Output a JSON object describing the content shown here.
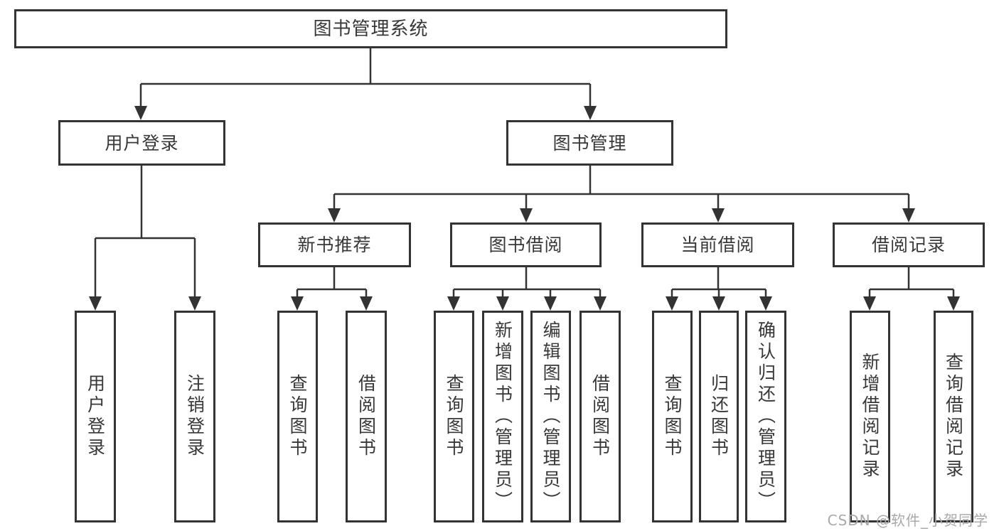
{
  "diagram": {
    "root": {
      "label": "图书管理系统"
    },
    "children": [
      {
        "label": "用户登录",
        "children": [
          {
            "label": "用户登录"
          },
          {
            "label": "注销登录"
          }
        ]
      },
      {
        "label": "图书管理",
        "children": [
          {
            "label": "新书推荐",
            "children": [
              {
                "label": "查询图书"
              },
              {
                "label": "借阅图书"
              }
            ]
          },
          {
            "label": "图书借阅",
            "children": [
              {
                "label": "查询图书"
              },
              {
                "label": "新增图书（管理员）"
              },
              {
                "label": "编辑图书（管理员）"
              },
              {
                "label": "借阅图书"
              }
            ]
          },
          {
            "label": "当前借阅",
            "children": [
              {
                "label": "查询图书"
              },
              {
                "label": "归还图书"
              },
              {
                "label": "确认归还（管理员）"
              }
            ]
          },
          {
            "label": "借阅记录",
            "children": [
              {
                "label": "新增借阅记录"
              },
              {
                "label": "查询借阅记录"
              }
            ]
          }
        ]
      }
    ]
  },
  "watermark": {
    "text": "CSDN @软件_小贺同学"
  },
  "colors": {
    "line": "#333333",
    "box_border": "#333333",
    "text": "#383838",
    "watermark": "#a9a9a9",
    "background": "#ffffff"
  }
}
